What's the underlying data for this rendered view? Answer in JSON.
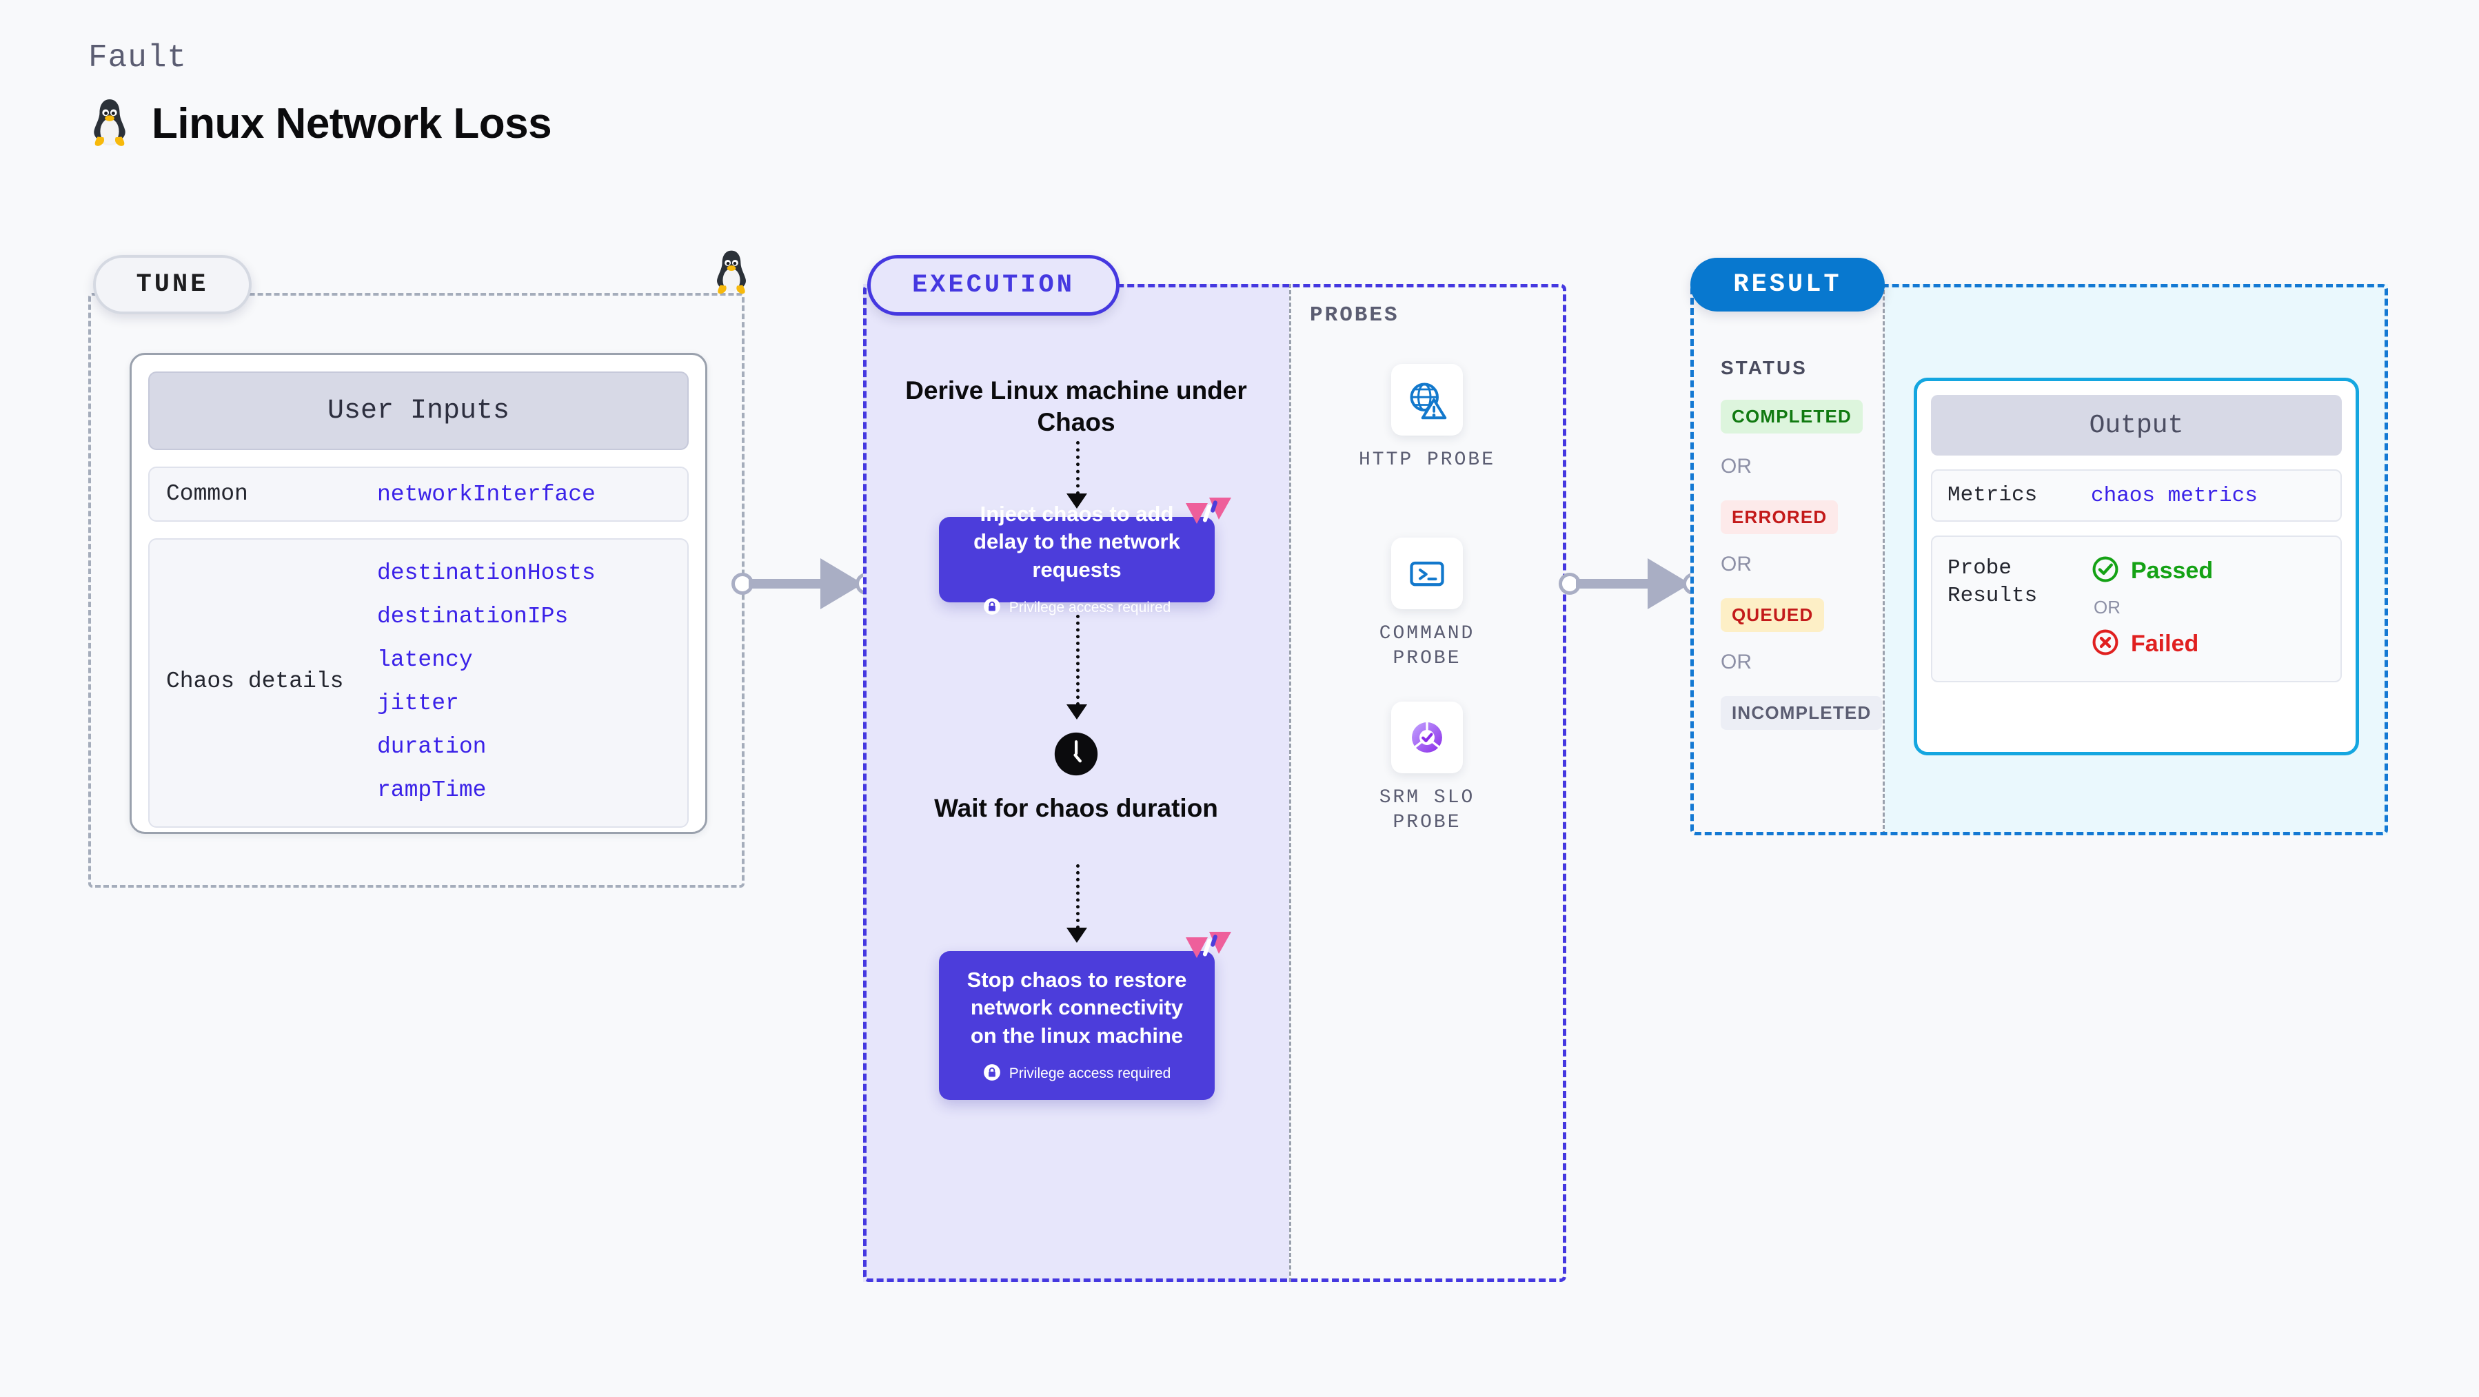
{
  "header": {
    "eyebrow": "Fault",
    "title": "Linux Network Loss",
    "icon": "linux-penguin-icon"
  },
  "tune": {
    "pill_label": "TUNE",
    "corner_icon": "linux-penguin-icon",
    "card": {
      "heading": "User Inputs",
      "sections": [
        {
          "label": "Common",
          "values": [
            "networkInterface"
          ]
        },
        {
          "label": "Chaos details",
          "values": [
            "destinationHosts",
            "destinationIPs",
            "latency",
            "jitter",
            "duration",
            "rampTime"
          ]
        }
      ]
    }
  },
  "execution": {
    "pill_label": "EXECUTION",
    "steps": [
      {
        "kind": "text",
        "label": "Derive Linux machine under Chaos"
      },
      {
        "kind": "action",
        "label": "Inject chaos to add delay to the network requests",
        "note": "Privilege access required",
        "badge": "harness-logo-icon"
      },
      {
        "kind": "wait",
        "label": "Wait for chaos duration",
        "icon": "clock-icon"
      },
      {
        "kind": "action",
        "label": "Stop chaos to restore network connectivity on the linux machine",
        "note": "Privilege access required",
        "badge": "harness-logo-icon"
      }
    ]
  },
  "probes": {
    "title": "PROBES",
    "items": [
      {
        "label": "HTTP PROBE",
        "icon": "globe-warning-icon"
      },
      {
        "label": "COMMAND PROBE",
        "icon": "terminal-prompt-icon"
      },
      {
        "label": "SRM SLO PROBE",
        "icon": "slo-donut-check-icon"
      }
    ]
  },
  "result": {
    "pill_label": "RESULT",
    "status_title": "STATUS",
    "or_label": "OR",
    "statuses": [
      {
        "label": "COMPLETED",
        "bg": "#ddf5dd",
        "fg": "#117a11"
      },
      {
        "label": "ERRORED",
        "bg": "#fdeaea",
        "fg": "#c31a1a"
      },
      {
        "label": "QUEUED",
        "bg": "#fdefc6",
        "fg": "#c31a1a"
      },
      {
        "label": "INCOMPLETED",
        "bg": "#eceef5",
        "fg": "#5b5d72"
      }
    ],
    "output": {
      "heading": "Output",
      "metrics_label": "Metrics",
      "metrics_value": "chaos metrics",
      "probe_results_label": "Probe Results",
      "passed_label": "Passed",
      "failed_label": "Failed",
      "or_label": "OR",
      "passed_icon": "check-circle-icon",
      "failed_icon": "x-circle-icon"
    }
  },
  "colors": {
    "background": "#f8f9fb",
    "tune_border": "#a5adbb",
    "execution_accent": "#4538e0",
    "execution_fill": "#e7e6fb",
    "result_accent": "#1479d3",
    "result_fill": "#eaf8fd",
    "action_box": "#4c3ddb",
    "param_value": "#3a21e8",
    "harness_pink": "#ee5f9b",
    "connector_gray": "#a9aec4",
    "passed_green": "#15a215",
    "failed_red": "#e02020",
    "output_border": "#14a6e0"
  }
}
